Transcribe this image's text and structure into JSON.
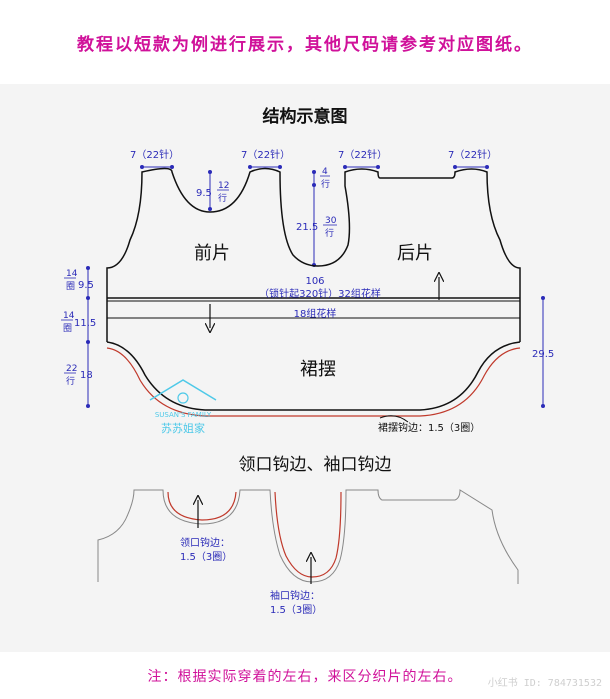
{
  "header": {
    "note": "教程以短款为例进行展示，其他尺码请参考对应图纸。"
  },
  "diagram": {
    "title": "结构示意图",
    "shoulder_labels": [
      "7（22针）",
      "7（22针）",
      "7（22针）",
      "7（22针）"
    ],
    "neck_depth": "9.5",
    "neck_rows": "12",
    "back_neck_depth": "4",
    "armhole_depth": "21.5",
    "armhole_rows": "30",
    "front_piece": "前片",
    "back_piece": "后片",
    "width_total": "106",
    "cast_on_note": "（锁针起320针）32组花样",
    "pattern_groups": "18组花样",
    "skirt": "裙摆",
    "left_measure_1": "9.5",
    "left_rows_1": "14",
    "left_measure_2": "11.5",
    "left_rows_2": "14",
    "left_measure_3": "18",
    "left_rows_3": "22",
    "right_measure": "29.5",
    "row_unit": "行",
    "round_unit": "圈",
    "hem_edging": "裙摆钩边：1.5（3圈）",
    "logo_name": "SUSAN'S FAMILY",
    "logo_cn": "苏苏姐家"
  },
  "edging": {
    "title": "领口钩边、袖口钩边",
    "neck_label": "领口钩边：",
    "neck_value": "1.5（3圈）",
    "sleeve_label": "袖口钩边：",
    "sleeve_value": "1.5（3圈）"
  },
  "footer": {
    "note": "注：根据实际穿着的左右，来区分织片的左右。"
  },
  "watermark": "小红书 ID: 784731532",
  "colors": {
    "accent": "#d0119a",
    "blue": "#2b2bb8",
    "red_edge": "#c0392b",
    "line": "#111111",
    "panel": "#f4f4f4"
  }
}
